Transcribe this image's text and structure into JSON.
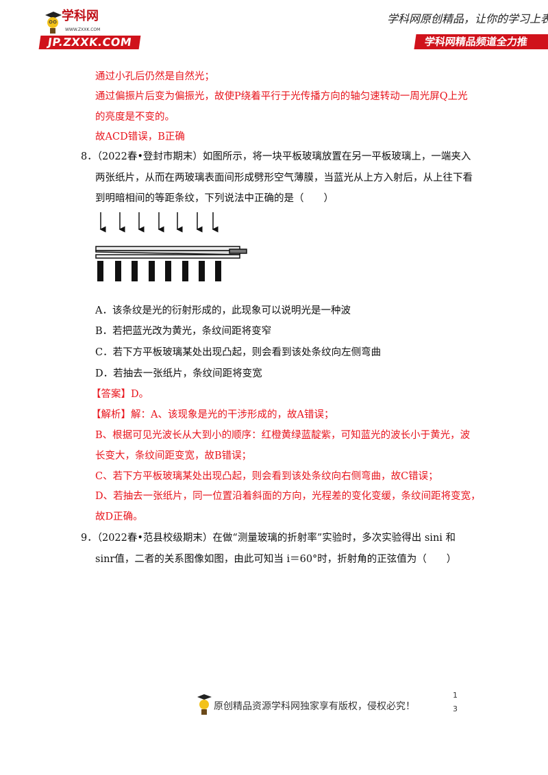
{
  "header": {
    "logo_text": "学科网",
    "logo_url": "WWW.ZXXK.COM",
    "logo_badge": "JP.ZXXK.COM",
    "slogan": "学科网原创精品，让你的学习上表",
    "channel": "学科网精品频道全力推"
  },
  "prev_answer": {
    "lines": [
      "通过小孔后仍然是自然光；",
      "通过偏振片后变为偏振光，故使P绕着平行于光传播方向的轴匀速转动一周光屏Q上光",
      "的亮度是不变的。",
      "故ACD错误，B正确"
    ]
  },
  "q8": {
    "lines": [
      "8．（2022春•登封市期末）如图所示，将一块平板玻璃放置在另一平板玻璃上，一端夹入",
      "两张纸片，从而在两玻璃表面间形成劈形空气薄膜，当蓝光从上方入射后，从上往下看",
      "到明暗相间的等距条纹，下列说法中正确的是（　　）"
    ],
    "options": [
      "A．该条纹是光的衍射形成的，此现象可以说明光是一种波",
      "B．若把蓝光改为黄光，条纹间距将变窄",
      "C．若下方平板玻璃某处出现凸起，则会看到该处条纹向左侧弯曲",
      "D．若抽去一张纸片，条纹间距将变宽"
    ],
    "answer": "【答案】D。",
    "analysis": [
      "【解析】解：A、该现象是光的干涉形成的，故A错误；",
      "B、根据可见光波长从大到小的顺序：红橙黄绿蓝靛紫，可知蓝光的波长小于黄光，波",
      "长变大，条纹间距变宽，故B错误；",
      "C、若下方平板玻璃某处出现凸起，则会看到该处条纹向右侧弯曲，故C错误；",
      "D、若抽去一张纸片，同一位置沿着斜面的方向，光程差的变化变缓，条纹间距将变宽，",
      "故D正确。"
    ]
  },
  "q9": {
    "lines": [
      "9．（2022春•范县校级期末）在做“测量玻璃的折射率”实验时，多次实验得出 sini 和",
      "sinr值，二者的关系图像如图，由此可知当 i＝60°时，折射角的正弦值为（　　）"
    ]
  },
  "footer": {
    "copyright": "原创精品资源学科网独家享有版权，侵权必究！",
    "page_line1": "1",
    "page_line2": "3"
  },
  "colors": {
    "answer_red": "#e8141c",
    "brand_red": "#d0121b"
  }
}
